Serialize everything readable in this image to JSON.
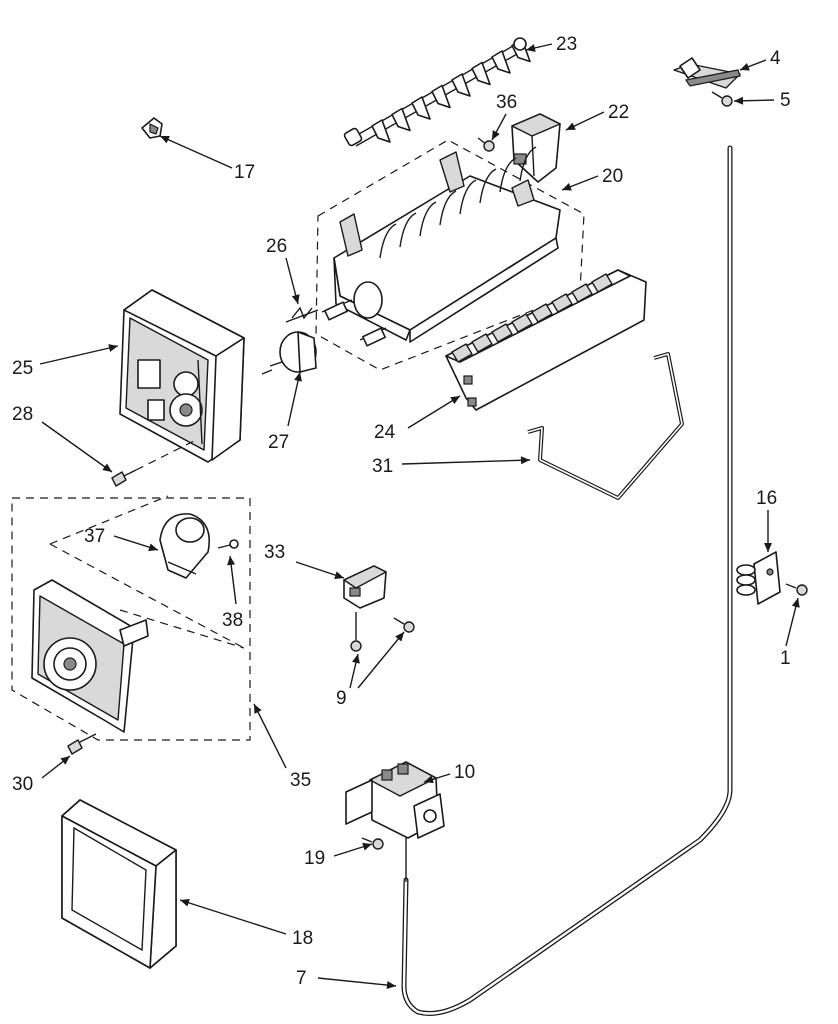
{
  "diagram": {
    "callouts": [
      {
        "id": "23",
        "text": "23"
      },
      {
        "id": "4",
        "text": "4"
      },
      {
        "id": "5",
        "text": "5"
      },
      {
        "id": "36",
        "text": "36"
      },
      {
        "id": "22",
        "text": "22"
      },
      {
        "id": "17",
        "text": "17"
      },
      {
        "id": "20",
        "text": "20"
      },
      {
        "id": "26",
        "text": "26"
      },
      {
        "id": "25",
        "text": "25"
      },
      {
        "id": "28",
        "text": "28"
      },
      {
        "id": "27",
        "text": "27"
      },
      {
        "id": "24",
        "text": "24"
      },
      {
        "id": "31",
        "text": "31"
      },
      {
        "id": "16",
        "text": "16"
      },
      {
        "id": "37",
        "text": "37"
      },
      {
        "id": "33",
        "text": "33"
      },
      {
        "id": "38",
        "text": "38"
      },
      {
        "id": "1",
        "text": "1"
      },
      {
        "id": "9",
        "text": "9"
      },
      {
        "id": "30",
        "text": "30"
      },
      {
        "id": "35",
        "text": "35"
      },
      {
        "id": "10",
        "text": "10"
      },
      {
        "id": "19",
        "text": "19"
      },
      {
        "id": "18",
        "text": "18"
      },
      {
        "id": "7",
        "text": "7"
      }
    ]
  }
}
